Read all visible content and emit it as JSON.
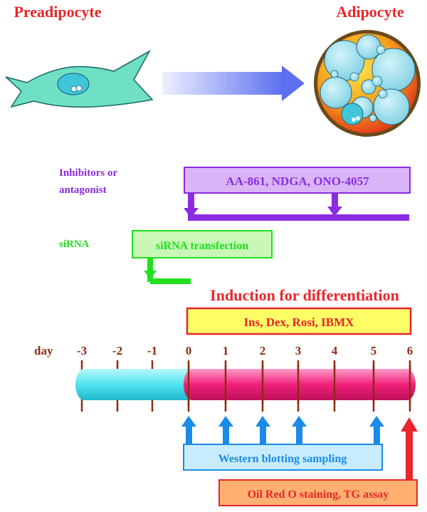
{
  "top": {
    "preadipocyte_label": "Preadipocyte",
    "adipocyte_label": "Adipocyte",
    "label_color": "#e8262b",
    "preadipocyte_icon": "preadipocyte-cell-icon",
    "adipocyte_icon": "adipocyte-cell-icon",
    "arrow_icon": "differentiation-arrow-icon"
  },
  "inhibitors": {
    "label_line1": "Inhibitors or",
    "label_line2": "antagonist",
    "box_text": "AA-861, NDGA, ONO-4057",
    "color": "#8b2be2",
    "box_fill": "#d9b5f7"
  },
  "sirna": {
    "label": "siRNA",
    "box_text": "siRNA transfection",
    "color": "#22e01e",
    "box_fill": "#c9f7b8"
  },
  "induction": {
    "title": "Induction for differentiation",
    "box_text": "Ins, Dex, Rosi, IBMX",
    "title_color": "#e8262b",
    "box_fill": "#ffff66"
  },
  "timeline": {
    "day_label": "day",
    "ticks": [
      "-3",
      "-2",
      "-1",
      "0",
      "1",
      "2",
      "3",
      "4",
      "5",
      "6"
    ],
    "tick_color": "#8b2d12",
    "pre_bar_color": "#4fe3f0",
    "post_bar_color": "#f0207a"
  },
  "western": {
    "box_text": "Western blotting sampling",
    "color": "#1a8be8",
    "box_fill": "#c8ecfb"
  },
  "oil_red": {
    "box_text": "Oil Red O staining, TG assay",
    "color": "#e8262b",
    "box_fill": "#ffb070"
  }
}
